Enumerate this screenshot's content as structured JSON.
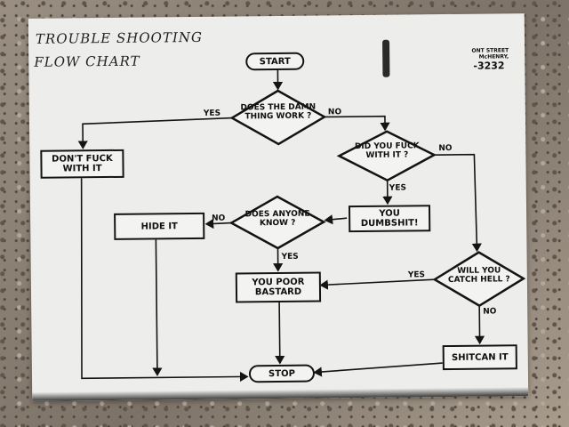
{
  "title": {
    "line1": "TROUBLE SHOOTING",
    "line2": "FLOW  CHART"
  },
  "corner": {
    "line1": "ONT STREET",
    "line2": "McHENRY,",
    "number": "-3232"
  },
  "nodes": {
    "start": "START",
    "q_work": "DOES THE DAMN THING WORK ?",
    "dont_touch": "DON'T FUCK WITH IT",
    "q_touched": "DID YOU FUCK WITH IT ?",
    "dumbshit": "YOU DUMBSHIT!",
    "q_know": "DOES ANYONE KNOW ?",
    "hide": "HIDE IT",
    "poor": "YOU POOR BASTARD",
    "q_catch": "WILL YOU CATCH HELL ?",
    "shitcan": "SHITCAN IT",
    "stop": "STOP"
  },
  "labels": {
    "work_yes": "YES",
    "work_no": "NO",
    "touched_no": "NO",
    "touched_yes": "YES",
    "know_no": "NO",
    "know_yes": "YES",
    "catch_yes": "YES",
    "catch_no": "NO"
  }
}
